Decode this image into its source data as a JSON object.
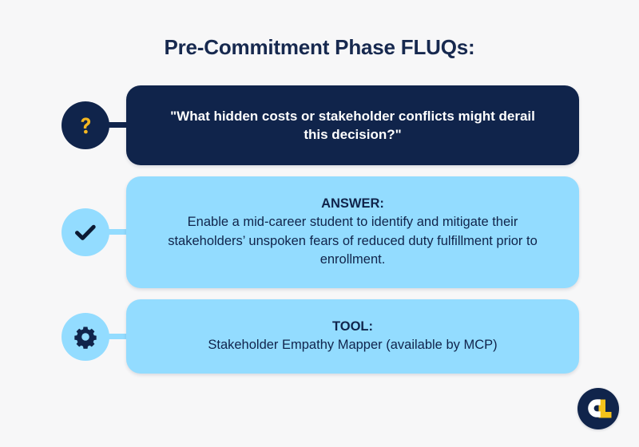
{
  "page": {
    "title": "Pre-Commitment Phase FLUQs:",
    "background_color": "#f7f7f8",
    "navy_color": "#10244b",
    "light_blue_color": "#93dcff",
    "accent_yellow_color": "#f5b720"
  },
  "rows": {
    "question": {
      "icon": "question-mark-icon",
      "text": "\"What hidden costs or stakeholder conflicts might derail this decision?\""
    },
    "answer": {
      "icon": "check-mark-icon",
      "heading": "ANSWER:",
      "text": "Enable a mid-career student to identify and mitigate their stakeholders’ unspoken fears of reduced duty fulfillment prior to enrollment."
    },
    "tool": {
      "icon": "gear-icon",
      "heading": "TOOL:",
      "text": "Stakeholder Empathy Mapper (available by MCP)"
    }
  },
  "logo": {
    "name": "cl-brand-logo",
    "letter_c": "C",
    "letter_l": "L"
  }
}
